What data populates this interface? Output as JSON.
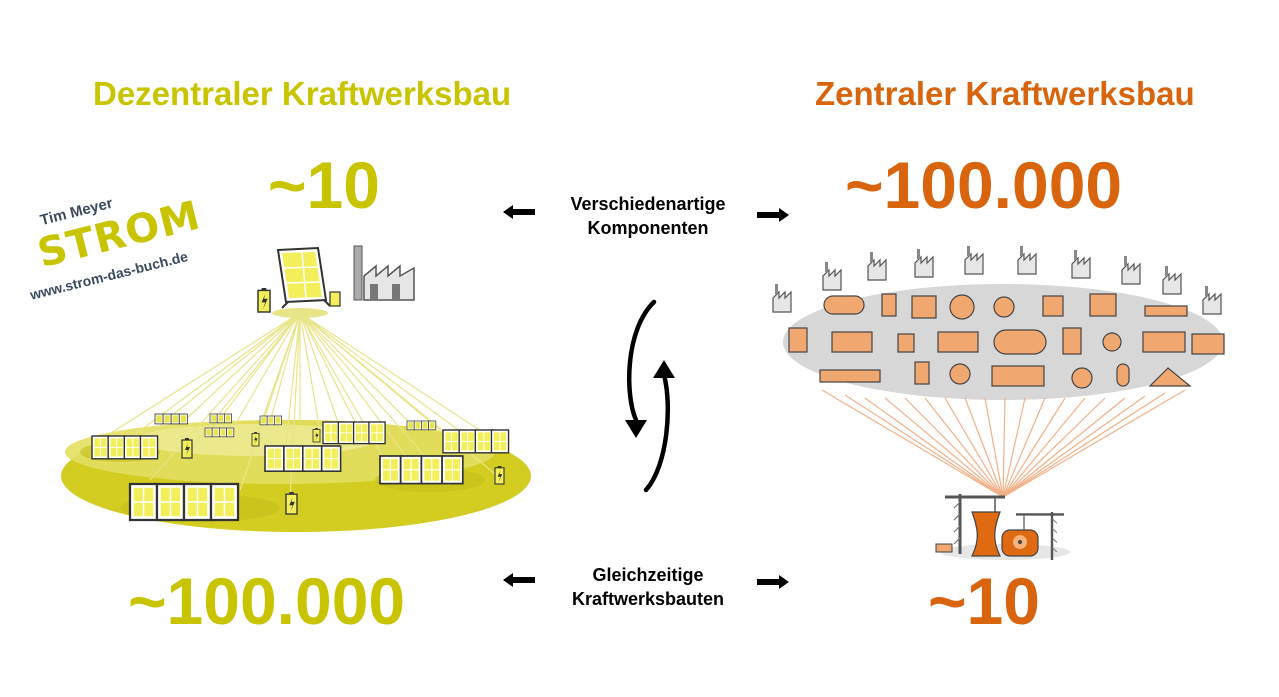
{
  "left": {
    "heading": "Dezentraler Kraftwerksbau",
    "top_value": "~10",
    "bottom_value": "~100.000"
  },
  "right": {
    "heading": "Zentraler Kraftwerksbau",
    "top_value": "~100.000",
    "bottom_value": "~10"
  },
  "middle": {
    "top_label_line1": "Verschiedenartige",
    "top_label_line2": "Komponenten",
    "bottom_label_line1": "Gleichzeitige",
    "bottom_label_line2": "Kraftwerksbauten"
  },
  "logo": {
    "author": "Tim Meyer",
    "title": "STROM",
    "url": "www.strom-das-buch.de"
  },
  "colors": {
    "decentral": "#c8c400",
    "central": "#d9640e",
    "ellipse_left": "#d2cd20",
    "ellipse_right": "#d7d7d7"
  },
  "icons": [
    "solar-panel-icon",
    "battery-icon",
    "factory-icon",
    "crane-icon",
    "nuclear-plant-icon",
    "arrow-left-icon",
    "arrow-right-icon",
    "cycle-arrows-icon"
  ]
}
